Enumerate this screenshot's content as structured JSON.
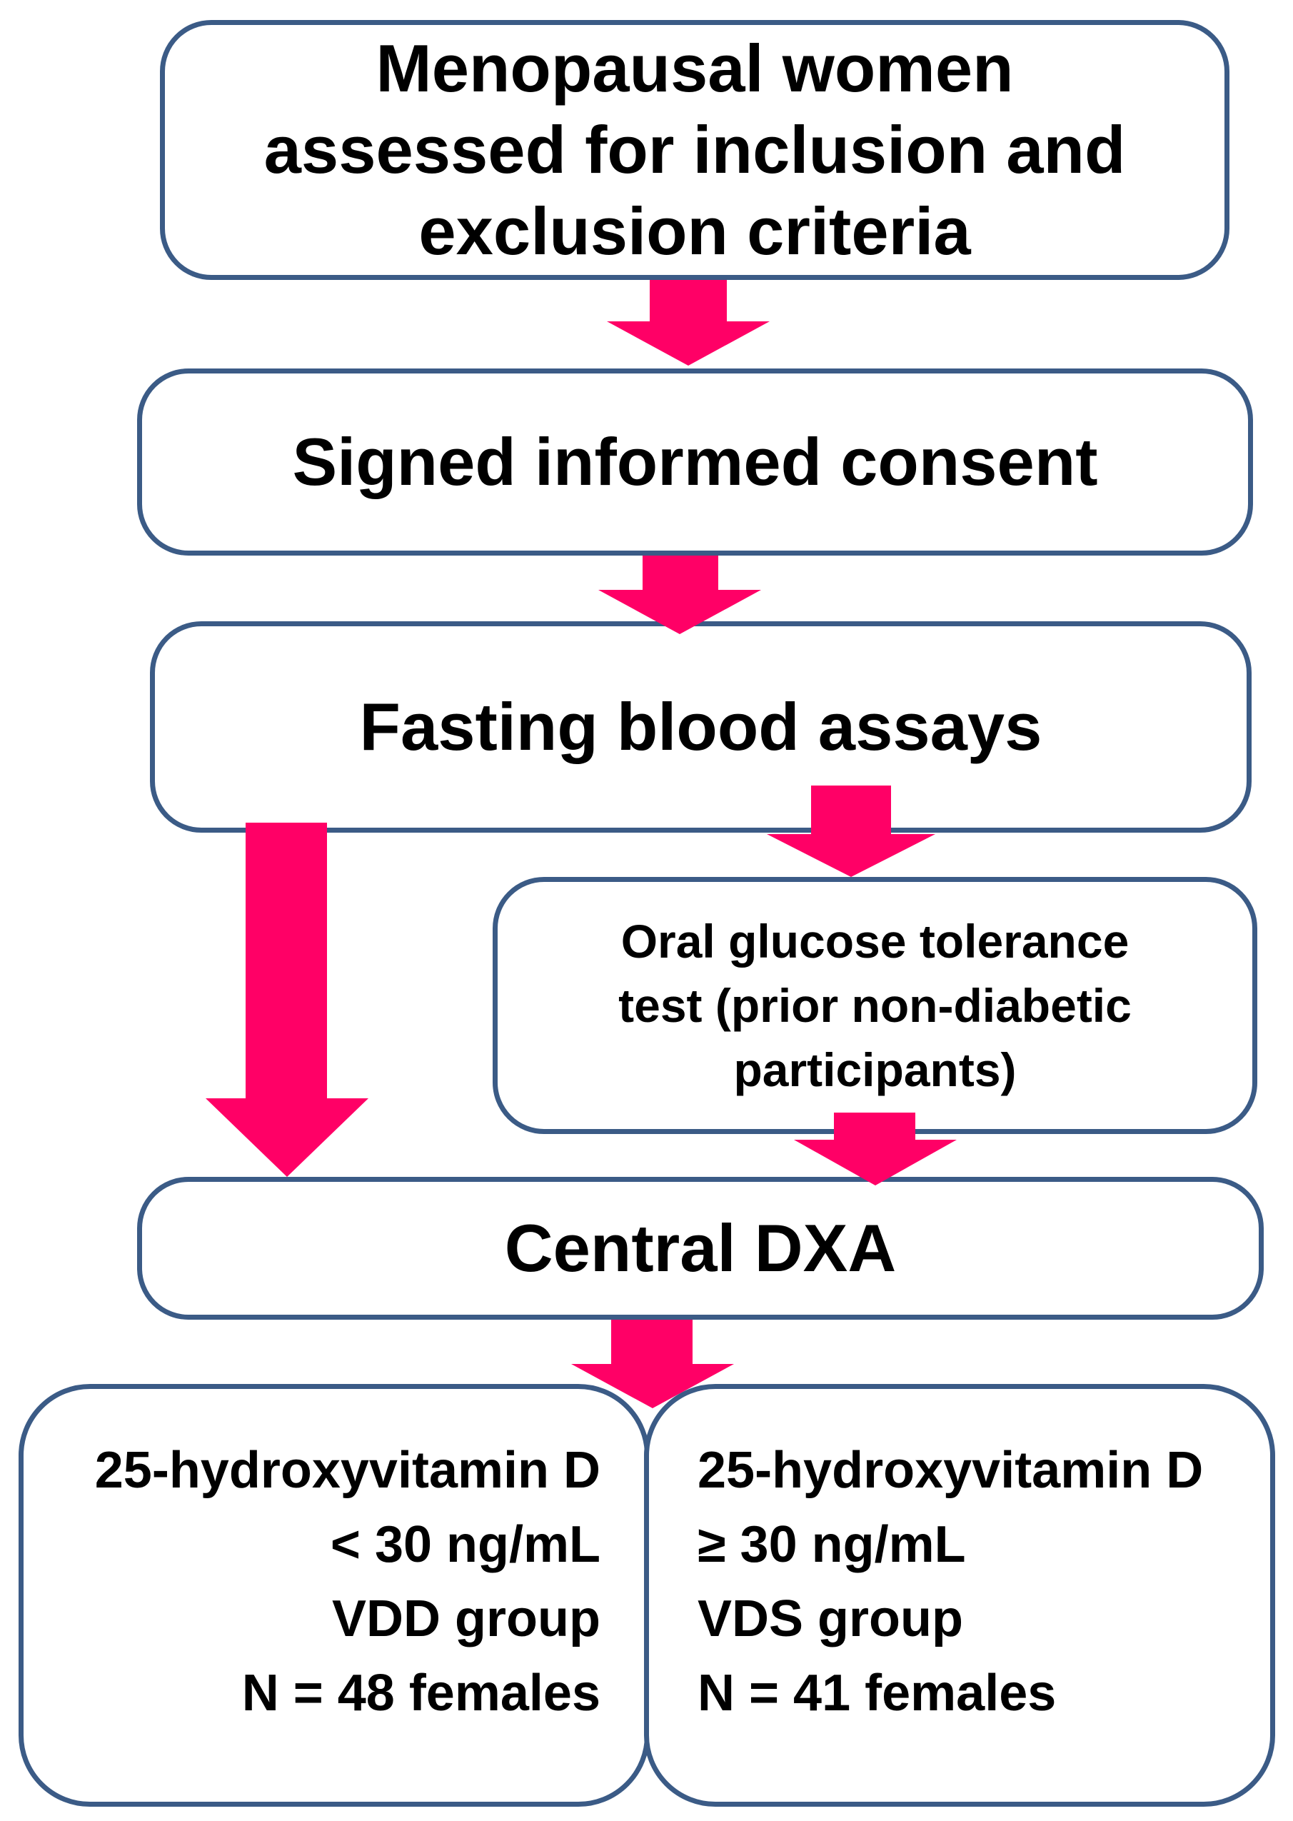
{
  "colors": {
    "box_border": "#3b5b86",
    "arrow": "#ff0066",
    "text": "#000000",
    "background": "#ffffff"
  },
  "nodes": {
    "assessment": {
      "lines": [
        "Menopausal women",
        "assessed for inclusion and",
        "exclusion criteria"
      ]
    },
    "consent": {
      "label": "Signed informed consent"
    },
    "fasting": {
      "label": "Fasting blood assays"
    },
    "ogtt": {
      "lines": [
        "Oral glucose tolerance",
        "test (prior non-diabetic",
        "participants)"
      ]
    },
    "dxa": {
      "label": "Central DXA"
    },
    "vdd_group": {
      "lines": [
        "25-hydroxyvitamin D",
        "< 30 ng/mL",
        "VDD group",
        "N = 48 females"
      ]
    },
    "vds_group": {
      "lines": [
        "25-hydroxyvitamin D",
        "≥ 30 ng/mL",
        "VDS group",
        "N = 41 females"
      ]
    }
  },
  "edges": [
    {
      "from": "assessment",
      "to": "consent"
    },
    {
      "from": "consent",
      "to": "fasting"
    },
    {
      "from": "fasting",
      "to": "ogtt"
    },
    {
      "from": "fasting",
      "to": "dxa"
    },
    {
      "from": "ogtt",
      "to": "dxa"
    },
    {
      "from": "dxa",
      "to": "vdd_group"
    },
    {
      "from": "dxa",
      "to": "vds_group"
    }
  ]
}
